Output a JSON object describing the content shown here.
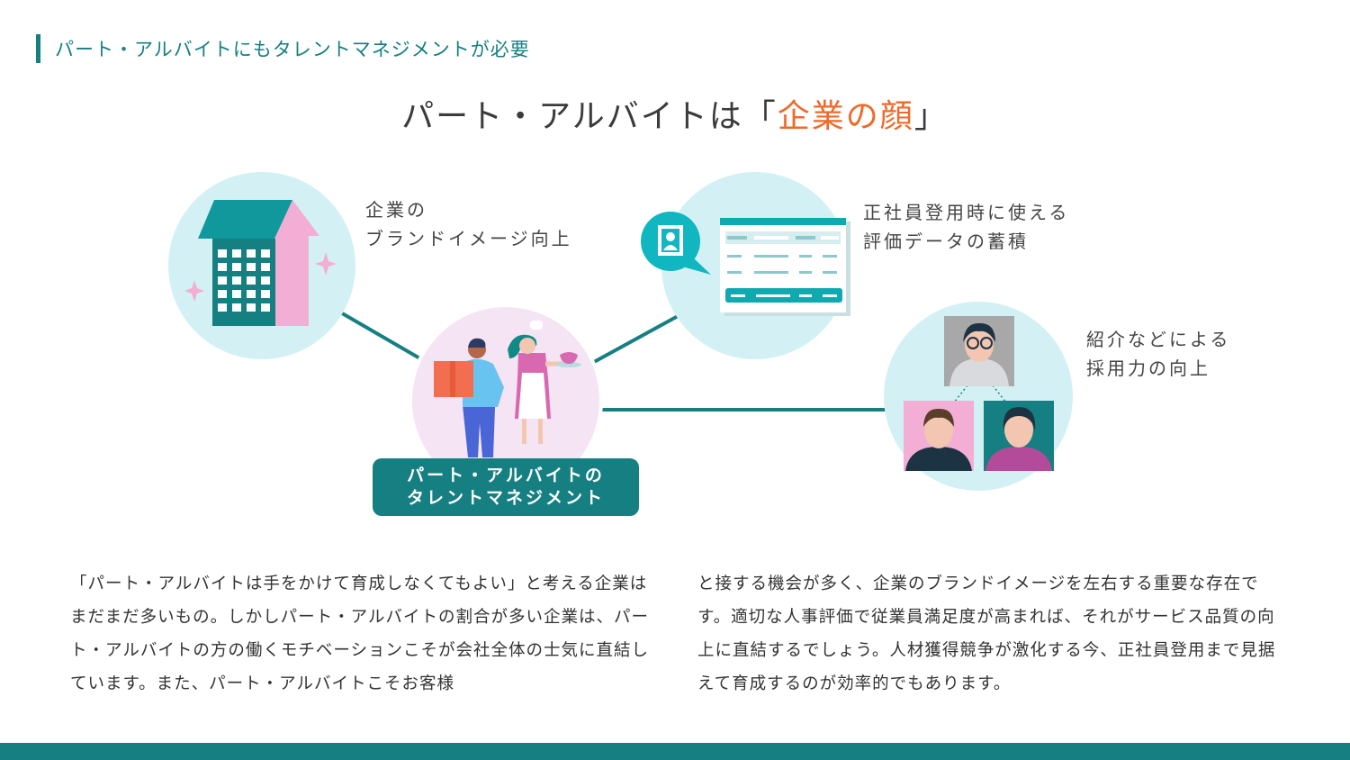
{
  "section_title": "パート・アルバイトにもタレントマネジメントが必要",
  "main_title": {
    "before": "パート・アルバイトは「",
    "accent": "企業の顔",
    "after": "」"
  },
  "nodes": {
    "brand": {
      "line1": "企業の",
      "line2": "ブランドイメージ向上"
    },
    "evaluation": {
      "line1": "正社員登用時に使える",
      "line2": "評価データの蓄積"
    },
    "referral": {
      "line1": "紹介などによる",
      "line2": "採用力の向上"
    },
    "center": {
      "line1": "パート・アルバイトの",
      "line2": "タレントマネジメント"
    }
  },
  "body": {
    "left": "「パート・アルバイトは手をかけて育成しなくてもよい」と考える企業はまだまだ多いもの。しかしパート・アルバイトの割合が多い企業は、パート・アルバイトの方の働くモチベーションこそが会社全体の士気に直結しています。また、パート・アルバイトこそお客様",
    "right": "と接する機会が多く、企業のブランドイメージを左右する重要な存在です。適切な人事評価で従業員満足度が高まれば、それがサービス品質の向上に直結するでしょう。人材獲得競争が激化する今、正社員登用まで見据えて育成するのが効率的でもあります。"
  },
  "colors": {
    "teal": "#157f82",
    "accent": "#ee6a2a",
    "circle_light": "#d3f1f4",
    "circle_pink": "#f5e4f4",
    "pink": "#f3aed6"
  },
  "icons": [
    "building-icon",
    "arrow-up-icon",
    "sparkle-icon",
    "document-icon",
    "profile-photo-icon",
    "worker-man-icon",
    "waitress-icon",
    "person-glasses-icon",
    "person-icon"
  ]
}
